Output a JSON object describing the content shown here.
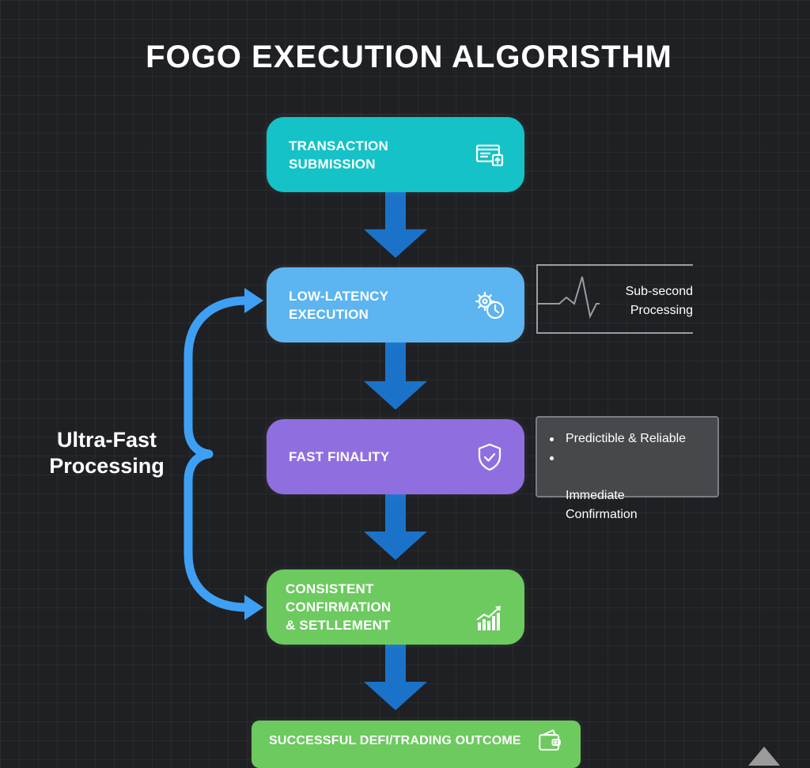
{
  "title": "FOGO EXECUTION ALGORISTHM",
  "steps": [
    {
      "label": "TRANSACTION\nSUBMISSION",
      "icon": "transaction-window-icon"
    },
    {
      "label": "LOW-LATENCY\nEXECUTION",
      "icon": "gear-clock-icon"
    },
    {
      "label": "FAST FINALITY",
      "icon": "shield-check-icon"
    },
    {
      "label": "CONSISTENT CONFIRMATION\n& SETLLEMENT",
      "icon": "chart-growth-icon"
    },
    {
      "label": "SUCCESSFUL DEFI/TRADING OUTCOME",
      "icon": "wallet-icon"
    }
  ],
  "side_label": "Ultra-Fast\nProcessing",
  "wave_panel": {
    "text": "Sub-second\nProcessing"
  },
  "notes": [
    "Predictible & Reliable",
    "Immediate\nConfirmation"
  ],
  "colors": {
    "background": "#1f2023",
    "step1": "#14c2c7",
    "step2": "#5cb4f1",
    "step3": "#8f6fe0",
    "step4": "#6cca5f",
    "step5": "#6cca5f",
    "flow_arrow": "#1a73c9",
    "bracket_arrow": "#3ea0f5"
  }
}
